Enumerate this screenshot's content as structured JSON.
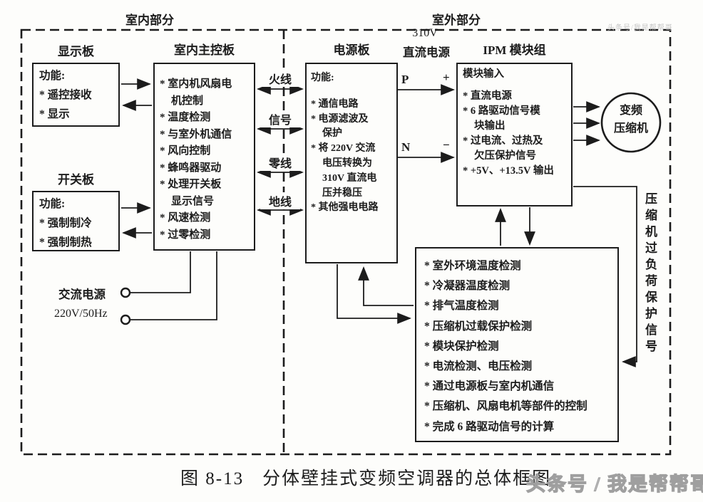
{
  "sections": {
    "indoor_label": "室内部分",
    "outdoor_label": "室外部分"
  },
  "display_board": {
    "title": "显示板",
    "lines": [
      "功能:",
      "* 遥控接收",
      "* 显示"
    ]
  },
  "main_board": {
    "title": "室内主控板",
    "lines": [
      "* 室内机风扇电",
      "机控制",
      "* 温度检测",
      "* 与室外机通信",
      "* 风向控制",
      "* 蜂鸣器驱动",
      "* 处理开关板",
      "显示信号",
      "* 风速检测",
      "* 过零检测"
    ]
  },
  "switch_board": {
    "title": "开关板",
    "lines": [
      "功能:",
      "* 强制制冷",
      "* 强制制热"
    ]
  },
  "ac_power": {
    "line1": "交流电源",
    "line2": "220V/50Hz"
  },
  "wires": {
    "live": "火线",
    "signal": "信号",
    "neutral": "零线",
    "ground": "地线"
  },
  "power_board": {
    "title": "电源板",
    "lines": [
      "功能:",
      "* 通信电路",
      "* 电源滤波及",
      "保护",
      "* 将 220V 交流",
      "电压转换为",
      "310V 直流电",
      "压并稳压",
      "* 其他强电电路"
    ]
  },
  "dc_bus": {
    "label1": "310V",
    "label2": "直流电源",
    "p": "P",
    "plus": "+",
    "n": "N",
    "minus": "−"
  },
  "ipm": {
    "title": "IPM 模块组",
    "lines": [
      "模块输入",
      "* 直流电源",
      "* 6 路驱动信号模",
      "块输出",
      "* 过电流、过热及",
      "欠压保护信号",
      "* +5V、+13.5V 输出"
    ]
  },
  "compressor": {
    "line1": "变频",
    "line2": "压缩机"
  },
  "overload_label": "压缩机过负荷保护信号",
  "outdoor_board": {
    "lines": [
      "* 室外环境温度检测",
      "* 冷凝器温度检测",
      "* 排气温度检测",
      "* 压缩机过载保护检测",
      "* 模块保护检测",
      "* 电流检测、电压检测",
      "* 通过电源板与室内机通信",
      "* 压缩机、风扇电机等部件的控制",
      "* 完成 6 路驱动信号的计算"
    ]
  },
  "caption": {
    "figure": "图 8-13",
    "title": "分体壁挂式变频空调器的总体框图"
  },
  "watermark": {
    "main": "头条号 / 我是帮帮哥",
    "small": "头条号/我是帮帮哥"
  },
  "colors": {
    "ink": "#1c1c1c",
    "paper": "#fdfdfb"
  }
}
